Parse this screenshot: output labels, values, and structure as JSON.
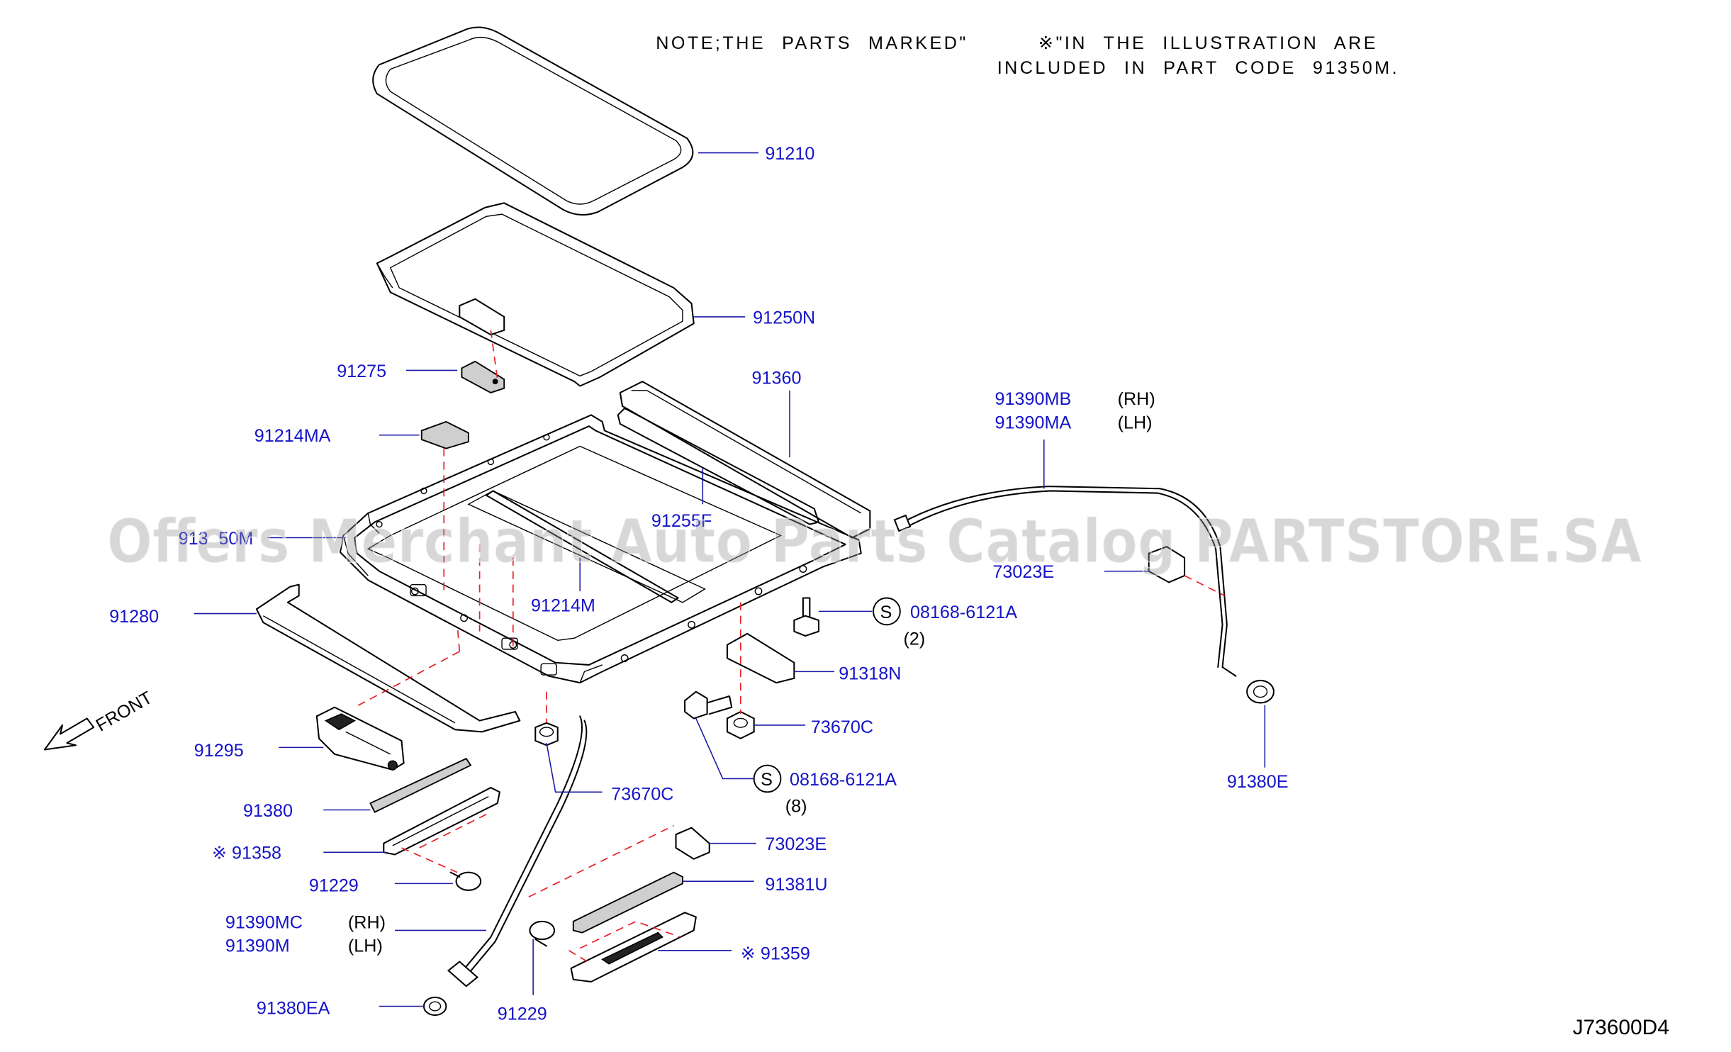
{
  "note": {
    "line1_left": "NOTE;THE  PARTS  MARKED\"",
    "line1_right": "※\"IN  THE  ILLUSTRATION  ARE",
    "line2": "INCLUDED  IN  PART  CODE  91350M."
  },
  "watermark": "Offers Merchant Auto Parts Catalog PARTSTORE.SA",
  "diagram_code": "J73600D4",
  "front_label": "FRONT",
  "screw_symbol": "S",
  "labels": {
    "p91210": "91210",
    "p91250N": "91250N",
    "p91275": "91275",
    "p91360": "91360",
    "p91214MA": "91214MA",
    "p91350M": "913",
    "p91350M_tail": "50M",
    "p91255F": "91255F",
    "p91214M": "91214M",
    "p91280": "91280",
    "p91390MB": "91390MB",
    "p91390MB_side": "(RH)",
    "p91390MA": "91390MA",
    "p91390MA_side": "(LH)",
    "p73023E_r": "73023E",
    "p08168a": "08168-6121A",
    "p08168a_qty": "(2)",
    "p91318N": "91318N",
    "p73670C_r": "73670C",
    "p08168b": "08168-6121A",
    "p08168b_qty": "(8)",
    "p91380E": "91380E",
    "p91295": "91295",
    "p73670C_l": "73670C",
    "p91380": "91380",
    "p91358": "※ 91358",
    "p73023E_l": "73023E",
    "p91229_a": "91229",
    "p91381U": "91381U",
    "p91390MC": "91390MC",
    "p91390MC_side": "(RH)",
    "p91390M": "91390M",
    "p91390M_side": "(LH)",
    "p91359": "※ 91359",
    "p91380EA": "91380EA",
    "p91229_b": "91229"
  },
  "colors": {
    "label": "#1414c8",
    "leader": "#1a1aa6",
    "hidden_line": "#e8222a",
    "outline": "#000000",
    "watermark": "#969696"
  }
}
